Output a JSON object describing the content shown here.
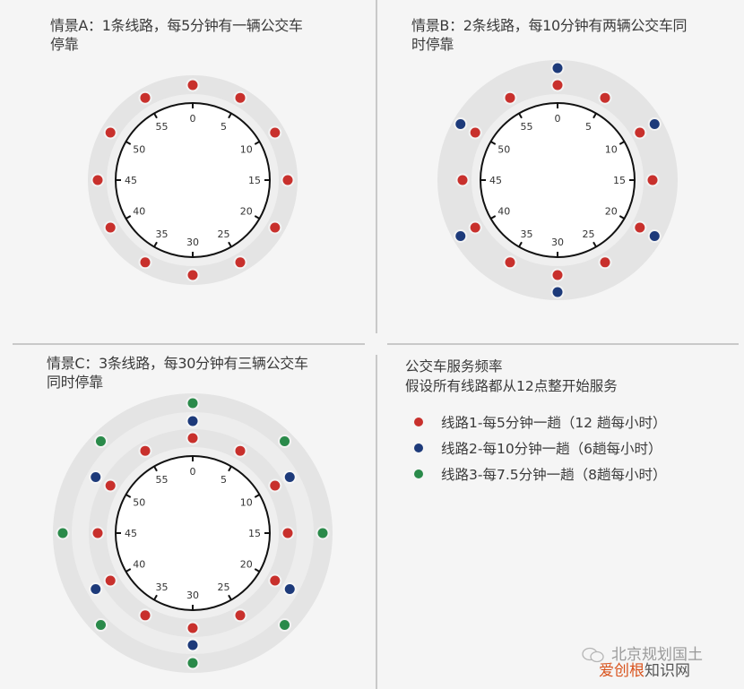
{
  "panels": {
    "a": {
      "title_line1": "情景A：1条线路，每5分钟有一辆公交车",
      "title_line2": "停靠"
    },
    "b": {
      "title_line1": "情景B：2条线路，每10分钟有两辆公交车同",
      "title_line2": "时停靠"
    },
    "c": {
      "title_line1": "情景C：3条线路，每30分钟有三辆公交车",
      "title_line2": "同时停靠"
    }
  },
  "legend": {
    "heading": "公交车服务频率",
    "subheading": "假设所有线路都从12点整开始服务",
    "items": [
      {
        "label": "线路1-每5分钟一趟（12 趟每小时）",
        "color": "#c8302c"
      },
      {
        "label": "线路2-每10分钟一趟（6趟每小时）",
        "color": "#1d3a7a"
      },
      {
        "label": "线路3-每7.5分钟一趟（8趟每小时）",
        "color": "#2a8a4a"
      }
    ]
  },
  "clock": {
    "tick_labels": [
      "0",
      "5",
      "10",
      "15",
      "20",
      "25",
      "30",
      "35",
      "40",
      "45",
      "50",
      "55"
    ]
  },
  "colors": {
    "route1": "#c8302c",
    "route2": "#1d3a7a",
    "route3": "#2a8a4a",
    "band": "#e4e4e4",
    "band_light": "#ededed",
    "background": "#f5f5f5"
  },
  "watermark": {
    "line1": "北京规划国土",
    "line2_highlight": "爱创根",
    "line2_rest": "知识网"
  },
  "chart_data": {
    "type": "diagram",
    "title": "公交车服务频率 — 假设所有线路都从12点整开始服务",
    "scenarios": [
      {
        "name": "情景A",
        "routes": [
          {
            "route": "线路1",
            "interval_min": 5,
            "arrivals_min": [
              0,
              5,
              10,
              15,
              20,
              25,
              30,
              35,
              40,
              45,
              50,
              55
            ]
          }
        ]
      },
      {
        "name": "情景B",
        "routes": [
          {
            "route": "线路1",
            "interval_min": 5,
            "arrivals_min": [
              0,
              5,
              10,
              15,
              20,
              25,
              30,
              35,
              40,
              45,
              50,
              55
            ]
          },
          {
            "route": "线路2",
            "interval_min": 10,
            "arrivals_min": [
              0,
              10,
              20,
              30,
              40,
              50
            ]
          }
        ]
      },
      {
        "name": "情景C",
        "routes": [
          {
            "route": "线路1",
            "interval_min": 5,
            "arrivals_min": [
              0,
              5,
              10,
              15,
              20,
              25,
              30,
              35,
              40,
              45,
              50,
              55
            ]
          },
          {
            "route": "线路2",
            "interval_min": 10,
            "arrivals_min": [
              0,
              10,
              20,
              30,
              40,
              50
            ]
          },
          {
            "route": "线路3",
            "interval_min": 7.5,
            "arrivals_min": [
              0,
              7.5,
              15,
              22.5,
              30,
              37.5,
              45,
              52.5
            ]
          }
        ]
      }
    ]
  }
}
